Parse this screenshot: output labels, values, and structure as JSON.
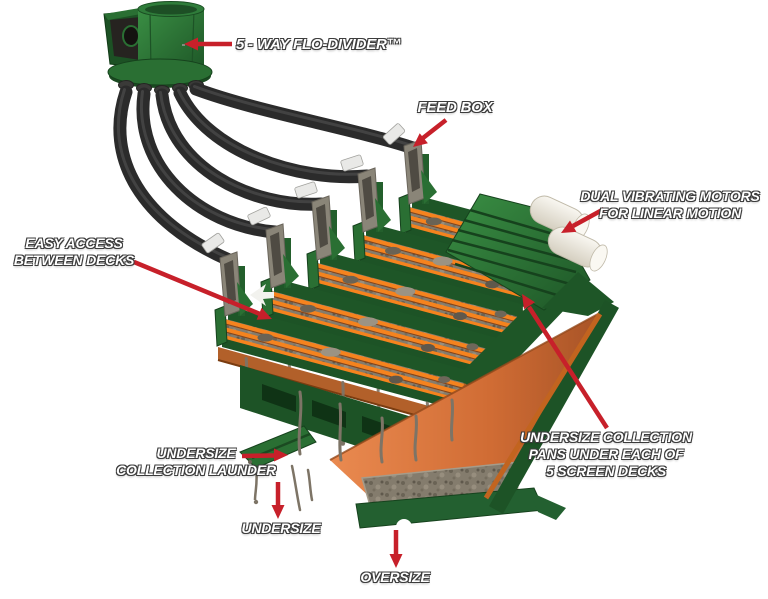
{
  "figure": {
    "type": "annotated-equipment-diagram",
    "subject": "Five-deck fine screening machine cutaway with callouts",
    "callouts": {
      "flo_divider": "5 - WAY FLO-DIVIDER™",
      "feed_box": "FEED BOX",
      "vibrating_motors": "DUAL VIBRATING MOTORS\nFOR LINEAR MOTION",
      "easy_access": "EASY ACCESS\nBETWEEN DECKS",
      "collection_launder": "UNDERSIZE\nCOLLECTION LAUNDER",
      "undersize": "UNDERSIZE",
      "collection_pans": "UNDERSIZE COLLECTION\nPANS UNDER EACH OF\n5 SCREEN DECKS",
      "oversize": "OVERSIZE"
    },
    "colors": {
      "machine_green": "#2e7c37",
      "machine_green_dark": "#1d5326",
      "deck_rail_orange": "#f5831e",
      "pan_copper": "#b2602a",
      "hopper_copper": "#d06c34",
      "slurry_gray": "#847c6d",
      "hose_black": "#2b2b2b",
      "motor_white": "#f0ede6",
      "arrow_red": "#c7202a",
      "label_text": "#ffffff",
      "label_outline": "#3c3c3c"
    }
  }
}
